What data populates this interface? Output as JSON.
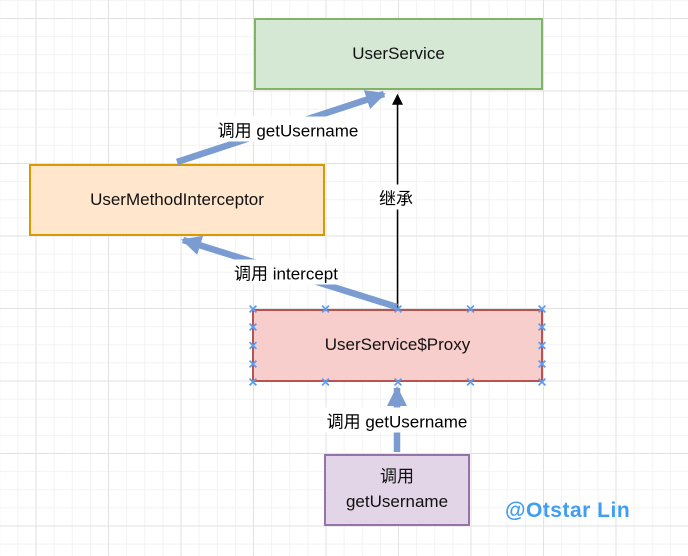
{
  "diagram": {
    "nodes": [
      {
        "id": "user-service",
        "label": "UserService"
      },
      {
        "id": "user-method-interceptor",
        "label": "UserMethodInterceptor"
      },
      {
        "id": "user-service-proxy",
        "label": "UserService$Proxy"
      },
      {
        "id": "call-getusername-note",
        "label": "调用\ngetUsername"
      }
    ],
    "edges": [
      {
        "id": "call-getusername-top",
        "label": "调用 getUsername"
      },
      {
        "id": "inherit",
        "label": "继承"
      },
      {
        "id": "call-intercept",
        "label": "调用 intercept"
      },
      {
        "id": "call-getusername-bottom",
        "label": "调用 getUsername"
      }
    ],
    "watermark": "@Otstar Lin"
  },
  "colors": {
    "node-green-fill": "#d5e8d4",
    "node-green-stroke": "#82b366",
    "node-orange-fill": "#ffe6cc",
    "node-orange-stroke": "#d79b00",
    "node-red-fill": "#f8cecc",
    "node-red-stroke": "#b85450",
    "node-purple-fill": "#e1d5e7",
    "node-purple-stroke": "#9673a6",
    "arrow-blue": "#7b9cd0",
    "arrow-black": "#000000",
    "handle-blue": "#5b9cf0",
    "watermark-blue": "#3f9ef4",
    "grid-minor": "#f2f2f2",
    "grid-major": "#e2e2e2"
  }
}
